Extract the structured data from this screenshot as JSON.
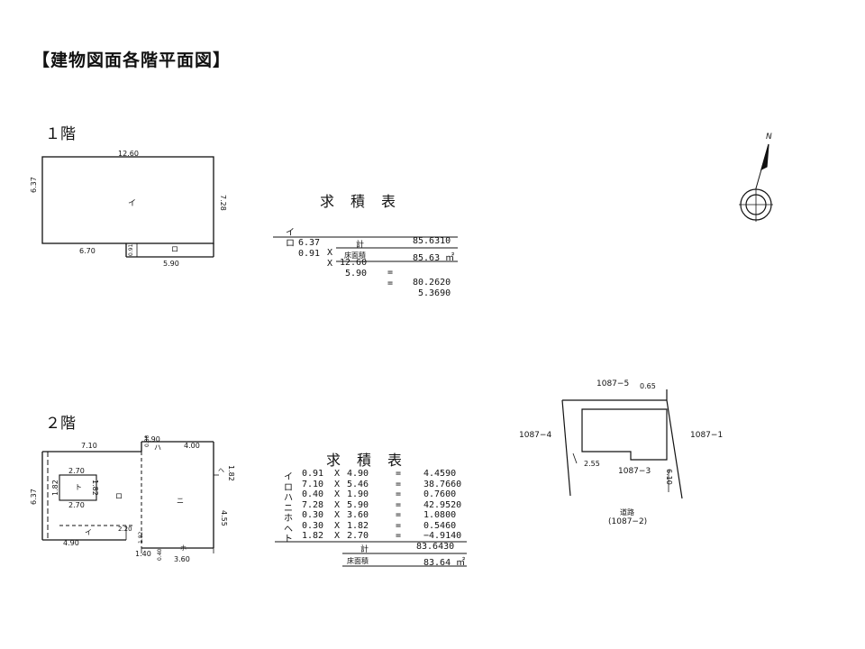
{
  "title": "【建物図面各階平面図】",
  "floor1": {
    "label": "１階",
    "dims": {
      "top": "12.60",
      "left": "6.37",
      "right": "7.28",
      "bottom_left": "6.70",
      "bottom_right": "5.90",
      "small": "0.91"
    },
    "part_labels": {
      "i": "イ",
      "ro": "ロ"
    },
    "table": {
      "title": "求積表",
      "rows": [
        {
          "label": "イ",
          "a": "6.37",
          "b": "12.60",
          "result": "80.2620"
        },
        {
          "label": "ロ",
          "a": "0.91",
          "b": "5.90",
          "result": "5.3690"
        }
      ],
      "sum_label": "計",
      "sum": "85.6310",
      "area_label": "床面積",
      "area": "85.63 ㎡"
    }
  },
  "floor2": {
    "label": "２階",
    "dims": {
      "top_left": "7.10",
      "top_mid": "1.90",
      "top_right": "4.00",
      "left": "6.37",
      "inner_w": "2.70",
      "inner_w2": "2.70",
      "inner_h": "1.82",
      "inner_h2": "1.82",
      "right_h": "1.82",
      "right_h2": "4.55",
      "bottom_left": "4.90",
      "bottom_mid": "2.20",
      "bottom_b": "1.40",
      "bottom_c": "3.60",
      "small1": "0.30",
      "small2": "0.40",
      "small3": "1.82"
    },
    "part_labels": {
      "i": "イ",
      "ro": "ロ",
      "ni": "ニ",
      "to": "ト",
      "ha": "ハ",
      "ho": "ホ",
      "he": "ヘ"
    },
    "table": {
      "title": "求積表",
      "rows": [
        {
          "label": "イ",
          "a": "0.91",
          "b": "4.90",
          "result": "4.4590"
        },
        {
          "label": "ロ",
          "a": "7.10",
          "b": "5.46",
          "result": "38.7660"
        },
        {
          "label": "ハ",
          "a": "0.40",
          "b": "1.90",
          "result": "0.7600"
        },
        {
          "label": "ニ",
          "a": "7.28",
          "b": "5.90",
          "result": "42.9520"
        },
        {
          "label": "ホ",
          "a": "0.30",
          "b": "3.60",
          "result": "1.0800"
        },
        {
          "label": "ヘ",
          "a": "0.30",
          "b": "1.82",
          "result": "0.5460"
        },
        {
          "label": "ト",
          "a": "1.82",
          "b": "2.70",
          "result": "−4.9140"
        }
      ],
      "sum_label": "計",
      "sum": "83.6430",
      "area_label": "床面積",
      "area": "83.64 ㎡"
    }
  },
  "operator_x": "X",
  "operator_eq": "=",
  "compass": {
    "north": "N"
  },
  "site": {
    "lot_top": "1087−5",
    "offset_top": "0.65",
    "lot_left": "1087−4",
    "lot_right": "1087−1",
    "lot_center": "1087−3",
    "dim_left": "2.55",
    "dim_right": "6.10",
    "road": "道路",
    "road_lot": "(1087−2)"
  }
}
